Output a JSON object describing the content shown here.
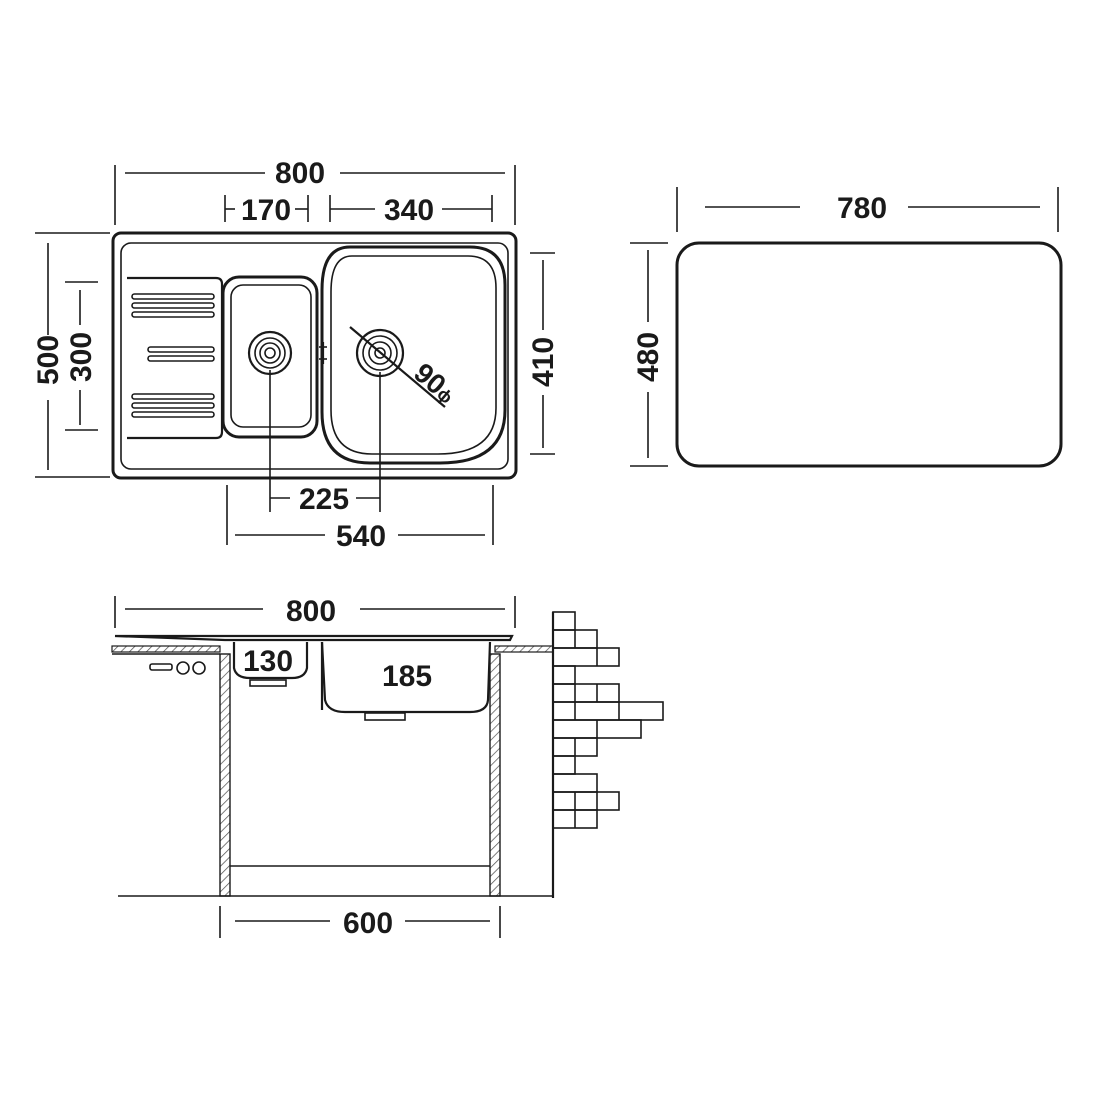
{
  "top_view": {
    "overall_width": "800",
    "drainer_width": "170",
    "main_bowl_width": "340",
    "overall_depth": "500",
    "small_bowl_depth": "300",
    "main_bowl_depth": "410",
    "drain_spacing": "225",
    "bowls_width": "540",
    "drain_diameter": "90",
    "diameter_symbol": "ϕ"
  },
  "cutout_view": {
    "width": "780",
    "depth": "480"
  },
  "side_view": {
    "overall_width": "800",
    "small_bowl_height": "130",
    "main_bowl_height": "185",
    "cabinet_width": "600"
  },
  "colors": {
    "line": "#1a1a1a",
    "background": "#ffffff",
    "hatch": "#555555"
  }
}
